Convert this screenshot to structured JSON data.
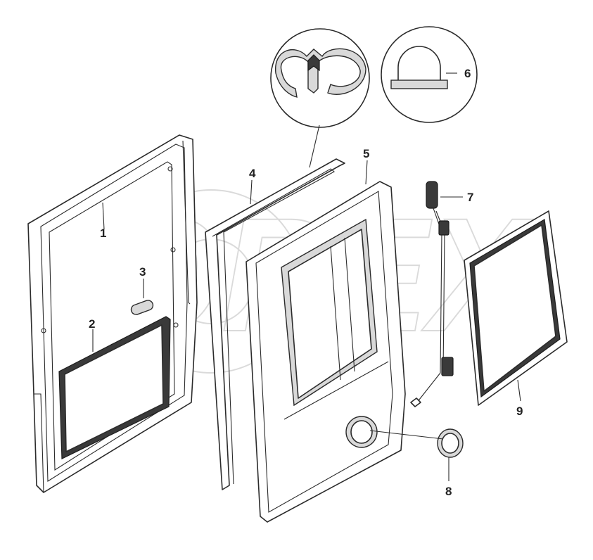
{
  "diagram": {
    "callouts": [
      {
        "id": "1",
        "label": "1"
      },
      {
        "id": "2",
        "label": "2"
      },
      {
        "id": "3",
        "label": "3"
      },
      {
        "id": "4",
        "label": "4"
      },
      {
        "id": "5",
        "label": "5"
      },
      {
        "id": "6",
        "label": "6"
      },
      {
        "id": "7",
        "label": "7"
      },
      {
        "id": "8",
        "label": "8"
      },
      {
        "id": "9",
        "label": "9"
      }
    ],
    "watermark": "OREX",
    "colors": {
      "line": "#2b2b2b",
      "watermark": "#bdbdbd",
      "background": "#ffffff"
    }
  }
}
